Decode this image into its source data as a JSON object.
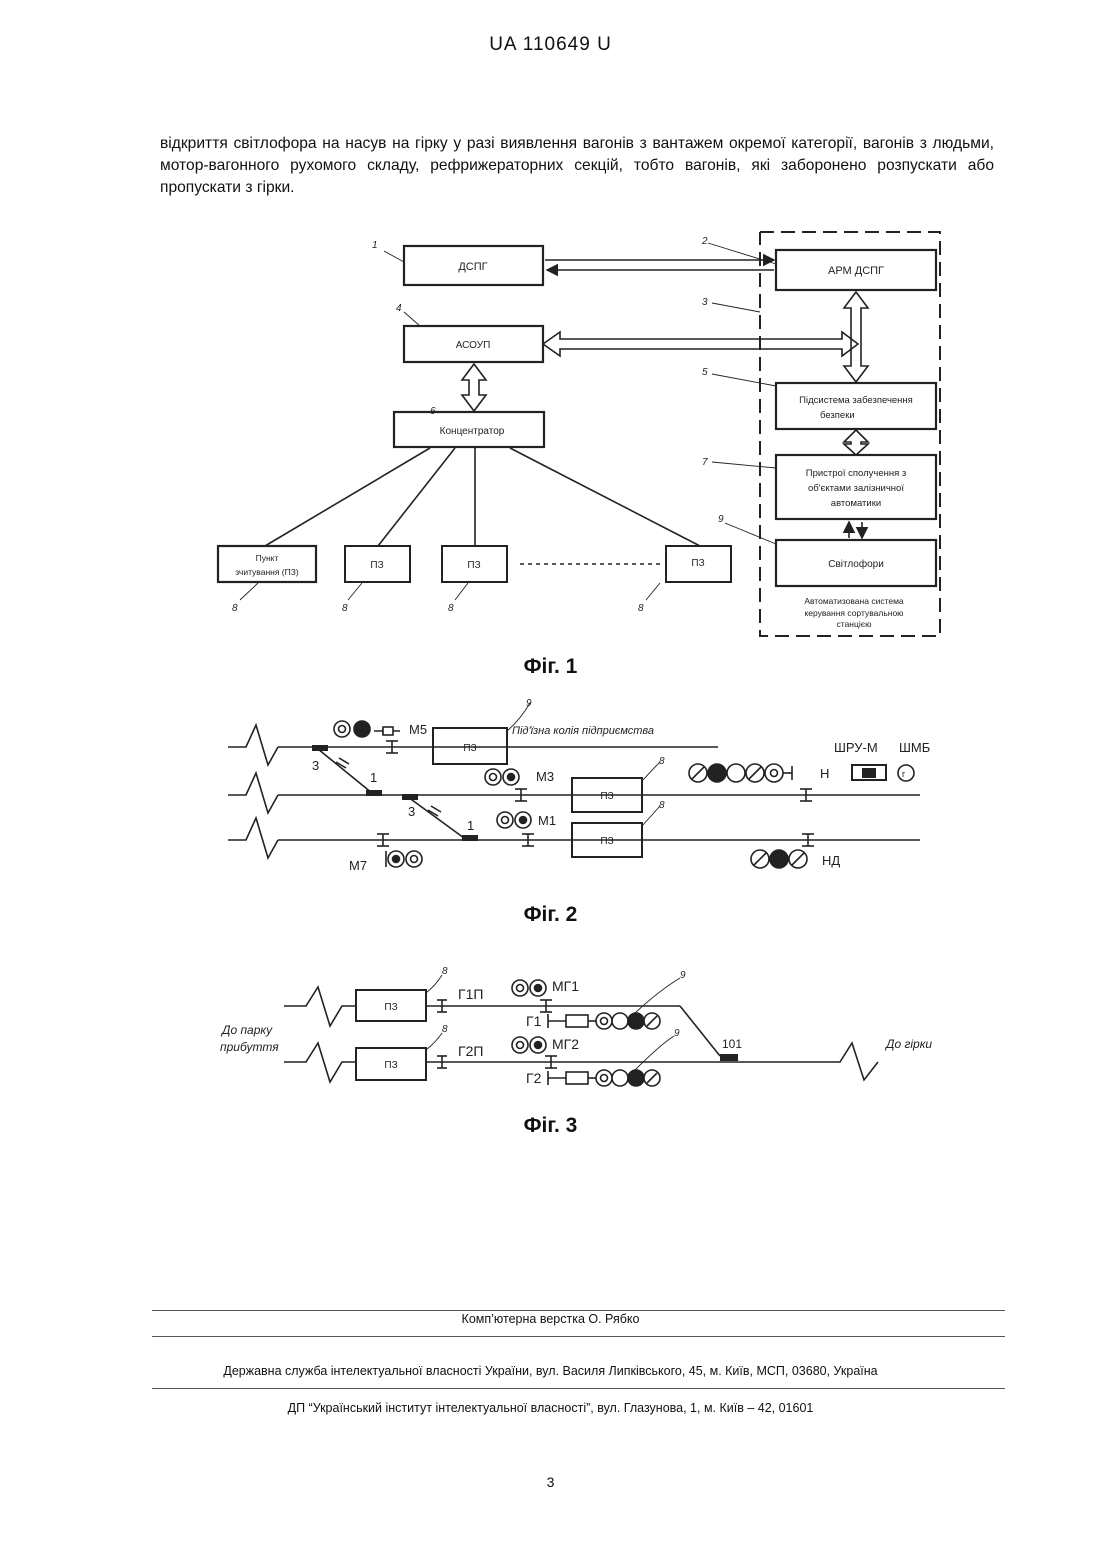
{
  "header": {
    "text": "UA   110649   U"
  },
  "paragraph": "відкриття світлофора на насув на гірку у разі виявлення вагонів з вантажем окремої категорії, вагонів з людьми, мотор-вагонного рухомого складу, рефрижераторних секцій, тобто вагонів, які заборонено розпускати або пропускати з гірки.",
  "fig1": {
    "caption": "Фіг. 1",
    "blocks": {
      "dspg": "ДСПГ",
      "arm": "АРМ ДСПГ",
      "asoup": "АСОУП",
      "concentrator": "Концентратор",
      "safety_line1": "Підсистема забезпечення",
      "safety_line2": "безпеки",
      "coupling_line1": "Пристрої сполучення з",
      "coupling_line2": "об'єктами залізничної",
      "coupling_line3": "автоматики",
      "signals": "Світлофори",
      "point_line1": "Пункт",
      "point_line2": "зчитування (ПЗ)",
      "pz": "ПЗ"
    },
    "system_label_line1": "Автоматизована система",
    "system_label_line2": "керування сортувальною",
    "system_label_line3": "станцією",
    "refs": [
      "1",
      "2",
      "3",
      "4",
      "5",
      "6",
      "7",
      "8",
      "9"
    ]
  },
  "fig2": {
    "caption": "Фіг. 2",
    "pz": "ПЗ",
    "siding": "Під'їзна колія підприємства",
    "labels": {
      "m5": "М5",
      "m3": "М3",
      "m1": "М1",
      "m7": "М7",
      "n": "Н",
      "nd": "НД",
      "shru": "ШРУ-М",
      "shmb": "ШМБ",
      "switch1": "1",
      "switch3": "3",
      "ref8": "8",
      "ref9": "9",
      "r": "г"
    }
  },
  "fig3": {
    "caption": "Фіг. 3",
    "pz": "ПЗ",
    "labels": {
      "g1p": "Г1П",
      "g2p": "Г2П",
      "mg1": "МГ1",
      "mg2": "МГ2",
      "g1": "Г1",
      "g2": "Г2",
      "n101": "101",
      "to_park_1": "До парку",
      "to_park_2": "прибуття",
      "to_hump": "До гірки",
      "ref8": "8",
      "ref9": "9"
    }
  },
  "footer": {
    "layout": "Комп’ютерна верстка О. Рябко",
    "service": "Державна служба інтелектуальної власності України, вул. Василя Липківського, 45, м. Київ, МСП, 03680, Україна",
    "institute": "ДП “Український інститут інтелектуальної власності”, вул. Глазунова, 1, м. Київ – 42, 01601"
  },
  "page_number": "3"
}
